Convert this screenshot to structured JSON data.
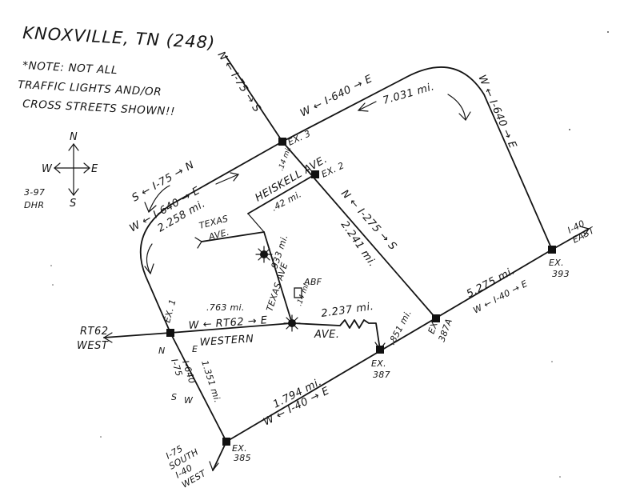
{
  "title": "KNOXVILLE, TN (248)",
  "note": [
    "*NOTE: NOT ALL",
    "TRAFFIC LIGHTS AND/OR",
    "CROSS STREETS SHOWN!!"
  ],
  "compass": {
    "n": "N",
    "s": "S",
    "e": "E",
    "w": "W",
    "icon": "compass-rose-icon"
  },
  "signature": [
    "3-97",
    "DHR"
  ],
  "exits": {
    "ex1": "EX. 1",
    "ex2": "EX. 2",
    "ex3": "EX. 3",
    "ex385": [
      "EX.",
      "385"
    ],
    "ex387": [
      "EX.",
      "387"
    ],
    "ex387a": [
      "EX.",
      "387A"
    ],
    "ex393": [
      "EX.",
      "393"
    ]
  },
  "highways": {
    "i75_north": "N ← I-75 → S",
    "i640_top": "W ← I-640 → E",
    "i640_right": "W ← I-640 → E",
    "i75_i640_left": "S ← I-75 → N",
    "i640_left": "W ← I-640 → E",
    "i275": "N ← I-275 → S",
    "i40_right": "W ← I-40 → E",
    "i40_bottom": "W ← I-40 → E",
    "i75_i640_south": [
      "N",
      "I-75",
      "I-640",
      "S",
      "W",
      "E"
    ]
  },
  "streets": {
    "heiskell": "HEISKELL AVE.",
    "texas_ave_label": [
      "TEXAS",
      "AVE."
    ],
    "texas_ave_vertical": "TEXAS AVE",
    "rt62": "W ← RT62 → E",
    "western": "WESTERN",
    "western_ave": "AVE.",
    "abf": "ABF"
  },
  "destinations": {
    "rt62_west": [
      "RT62",
      "WEST"
    ],
    "i40_east": [
      "I-40",
      "EAST"
    ],
    "i75_south": [
      "I-75",
      "SOUTH",
      "I-40",
      "WEST"
    ]
  },
  "distances": {
    "i640_top": "7.031 mi.",
    "i640_left": "2.258 mi.",
    "i275": "2.241 mi.",
    "ex3_ex2": ".14 mi.",
    "heiskell": ".42 mi.",
    "texas": ".933 mi.",
    "rt62": ".763 mi.",
    "western": "2.237 mi.",
    "i40_387_387a": ".851 mi.",
    "i40_387a_393": "5.275 mi.",
    "i40_385_387": "1.794 mi.",
    "i75_ex1_385": "1.351 mi.",
    "abf": ".14 mi."
  }
}
